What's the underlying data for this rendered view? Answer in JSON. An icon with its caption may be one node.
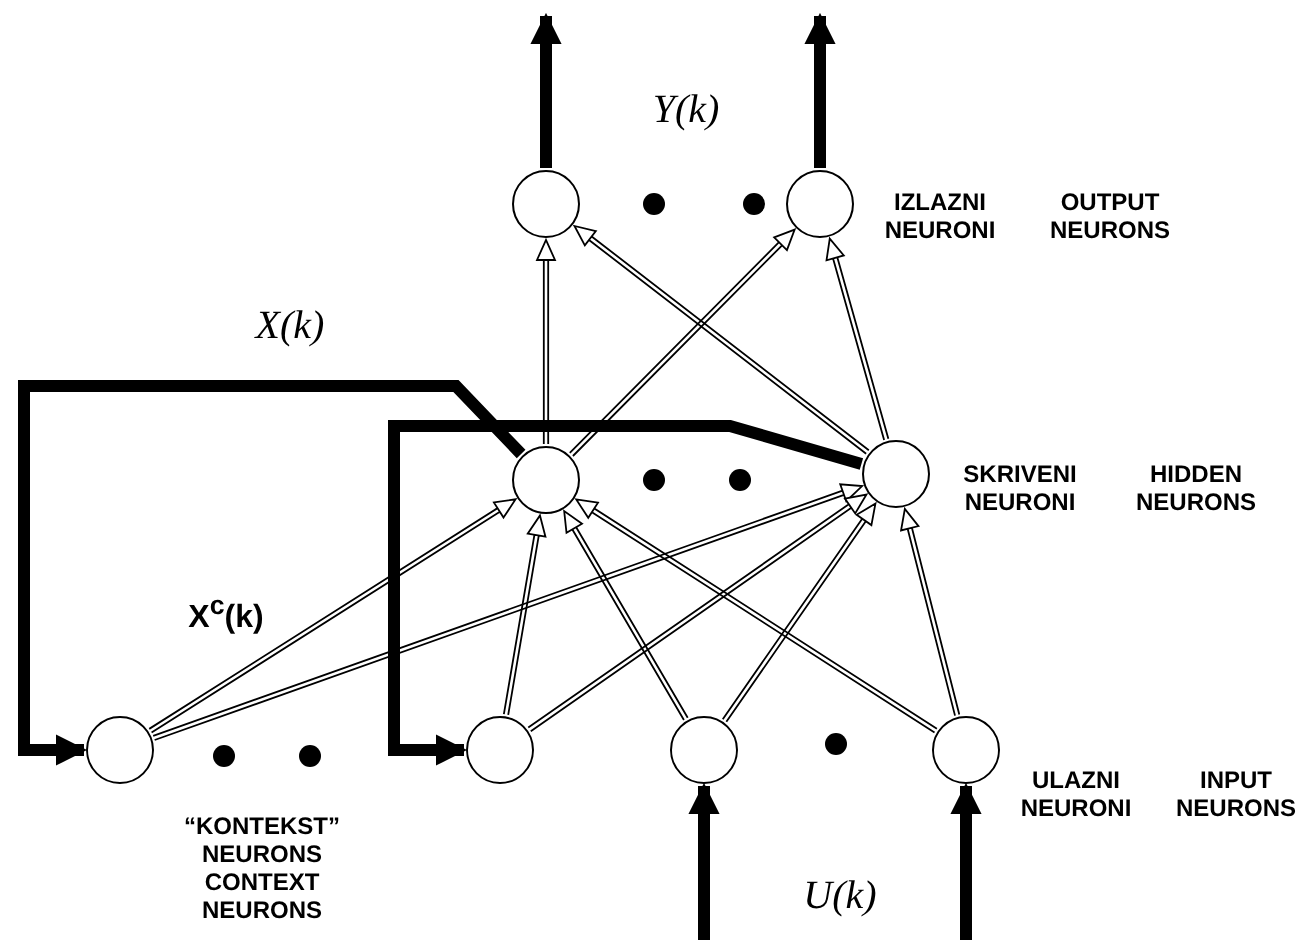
{
  "diagram": {
    "nodes": [
      {
        "text": [],
        "shape": "circle"
      },
      {
        "text": [],
        "shape": "circle",
        "beside": [
          "IZLAZNI NEURONI",
          "OUTPUT NEURONS"
        ]
      },
      {
        "text": [],
        "shape": "circle"
      },
      {
        "text": [],
        "shape": "circle",
        "beside": [
          "SKRIVENI NEURONI",
          "HIDDEN NEURONS"
        ]
      },
      {
        "text": [],
        "shape": "circle",
        "beside": [
          "X$^{c}$(k)",
          "“KONTEKST” NEURONS",
          "CONTEXT NEURONS"
        ]
      },
      {
        "text": [],
        "shape": "circle"
      },
      {
        "text": [],
        "shape": "circle"
      },
      {
        "text": [],
        "shape": "circle",
        "beside": [
          "ULAZNI NEURONI",
          "INPUT NEURONS"
        ]
      }
    ],
    "edges": [
      {
        "from": 0,
        "to": null,
        "arrow": "to",
        "style": "thick"
      },
      {
        "from": 1,
        "to": null,
        "arrow": "to",
        "style": "thick"
      },
      {
        "from": 2,
        "to": 0,
        "arrow": "to"
      },
      {
        "from": 2,
        "to": 1,
        "arrow": "to"
      },
      {
        "from": 3,
        "to": 0,
        "arrow": "to"
      },
      {
        "from": 3,
        "to": 1,
        "arrow": "to"
      },
      {
        "from": 2,
        "to": 4,
        "arrow": "to",
        "style": "thick"
      },
      {
        "from": 3,
        "to": 5,
        "arrow": "to",
        "style": "thick"
      },
      {
        "from": 4,
        "to": 2,
        "arrow": "to"
      },
      {
        "from": 4,
        "to": 3,
        "arrow": "to"
      },
      {
        "from": 5,
        "to": 2,
        "arrow": "to"
      },
      {
        "from": 5,
        "to": 3,
        "arrow": "to"
      },
      {
        "from": 6,
        "to": 2,
        "arrow": "to"
      },
      {
        "from": 6,
        "to": 3,
        "arrow": "to"
      },
      {
        "from": 7,
        "to": 2,
        "arrow": "to"
      },
      {
        "from": 7,
        "to": 3,
        "arrow": "to"
      },
      {
        "from": null,
        "to": 6,
        "arrow": "to",
        "style": "thick"
      },
      {
        "from": null,
        "to": 7,
        "arrow": "to",
        "style": "thick"
      }
    ],
    "labels": [
      "Y(k)",
      "X(k)",
      "U(k)"
    ]
  }
}
